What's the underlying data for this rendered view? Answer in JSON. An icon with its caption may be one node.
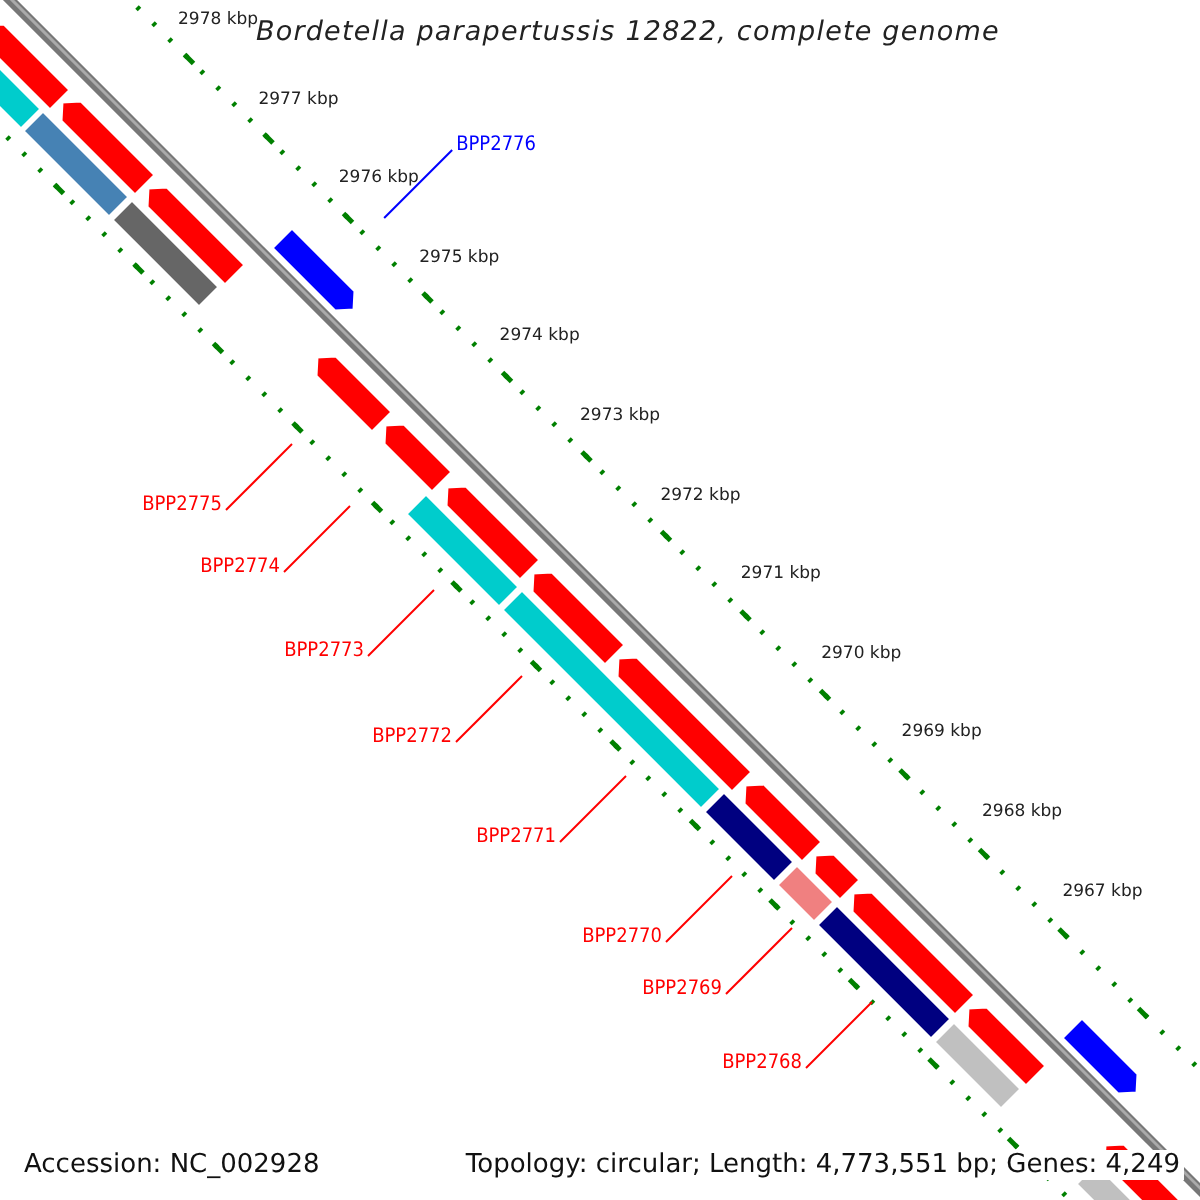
{
  "diagram": {
    "title": "Bordetella parapertussis 12822, complete genome",
    "nodes": [
      {
        "text": [
          "BPP2776"
        ]
      },
      {
        "text": [
          "BPP2775"
        ]
      },
      {
        "text": [
          "BPP2774"
        ]
      },
      {
        "text": [
          "BPP2773"
        ]
      },
      {
        "text": [
          "BPP2772"
        ]
      },
      {
        "text": [
          "BPP2771"
        ]
      },
      {
        "text": [
          "BPP2770"
        ]
      },
      {
        "text": [
          "BPP2769"
        ]
      },
      {
        "text": [
          "BPP2768"
        ]
      }
    ],
    "edges": [
      {
        "from": 0,
        "to": null,
        "arrow": "none",
        "color": "#0000ff"
      },
      {
        "from": 1,
        "to": null,
        "arrow": "none"
      },
      {
        "from": 2,
        "to": null,
        "arrow": "none"
      },
      {
        "from": 3,
        "to": null,
        "arrow": "none"
      },
      {
        "from": 4,
        "to": null,
        "arrow": "none"
      },
      {
        "from": 5,
        "to": null,
        "arrow": "none"
      },
      {
        "from": 6,
        "to": null,
        "arrow": "none"
      },
      {
        "from": 7,
        "to": null,
        "arrow": "none"
      },
      {
        "from": 8,
        "to": null,
        "arrow": "none"
      }
    ],
    "labels": [
      "2978 kbp",
      "2977 kbp",
      "2976 kbp",
      "2975 kbp",
      "2974 kbp",
      "2973 kbp",
      "2972 kbp",
      "2971 kbp",
      "2970 kbp",
      "2969 kbp",
      "2968 kbp",
      "2967 kbp",
      "Accession: NC_002928",
      "Topology: circular; Length: 4,773,551 bp; Genes: 4,249"
    ]
  }
}
